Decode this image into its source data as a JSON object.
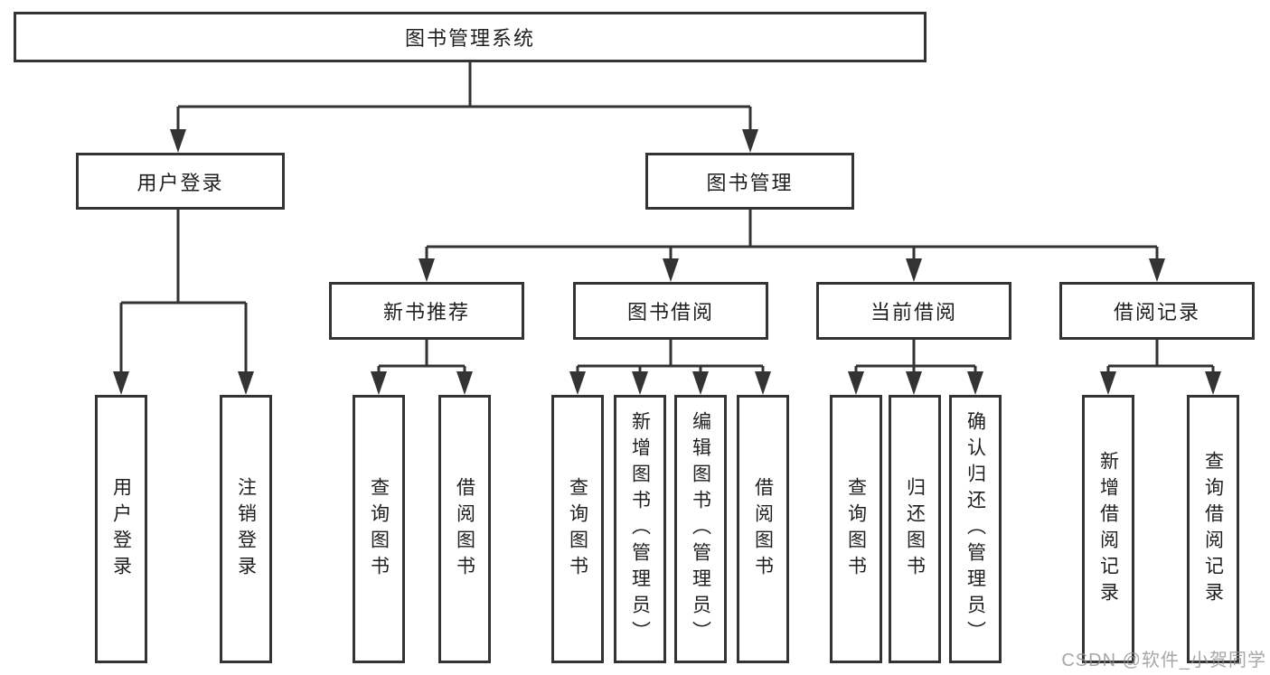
{
  "nodes": {
    "root": "图书管理系统",
    "user_login": "用户登录",
    "book_management": "图书管理",
    "new_book_recommend": "新书推荐",
    "book_borrow": "图书借阅",
    "current_borrow": "当前借阅",
    "borrow_records": "借阅记录",
    "user_login_leaf": "用户登录",
    "logout_leaf": "注销登录",
    "rec_query_book": "查询图书",
    "rec_borrow_book": "借阅图书",
    "bb_query_book": "查询图书",
    "bb_add_book": "新增图书（管理员）",
    "bb_edit_book": "编辑图书（管理员）",
    "bb_borrow_book": "借阅图书",
    "cb_query_book": "查询图书",
    "cb_return_book": "归还图书",
    "cb_confirm_return": "确认归还（管理员）",
    "br_add_record": "新增借阅记录",
    "br_query_record": "查询借阅记录"
  },
  "structure": {
    "root": [
      "user_login",
      "book_management"
    ],
    "user_login": [
      "user_login_leaf",
      "logout_leaf"
    ],
    "book_management": [
      "new_book_recommend",
      "book_borrow",
      "current_borrow",
      "borrow_records"
    ],
    "new_book_recommend": [
      "rec_query_book",
      "rec_borrow_book"
    ],
    "book_borrow": [
      "bb_query_book",
      "bb_add_book",
      "bb_edit_book",
      "bb_borrow_book"
    ],
    "current_borrow": [
      "cb_query_book",
      "cb_return_book",
      "cb_confirm_return"
    ],
    "borrow_records": [
      "br_add_record",
      "br_query_record"
    ]
  },
  "colors": {
    "line": "#333333",
    "box_border": "#333333",
    "text": "#1f1f1f",
    "background": "#ffffff",
    "watermark": "#919191"
  },
  "watermark": "CSDN @软件_小贺同学"
}
